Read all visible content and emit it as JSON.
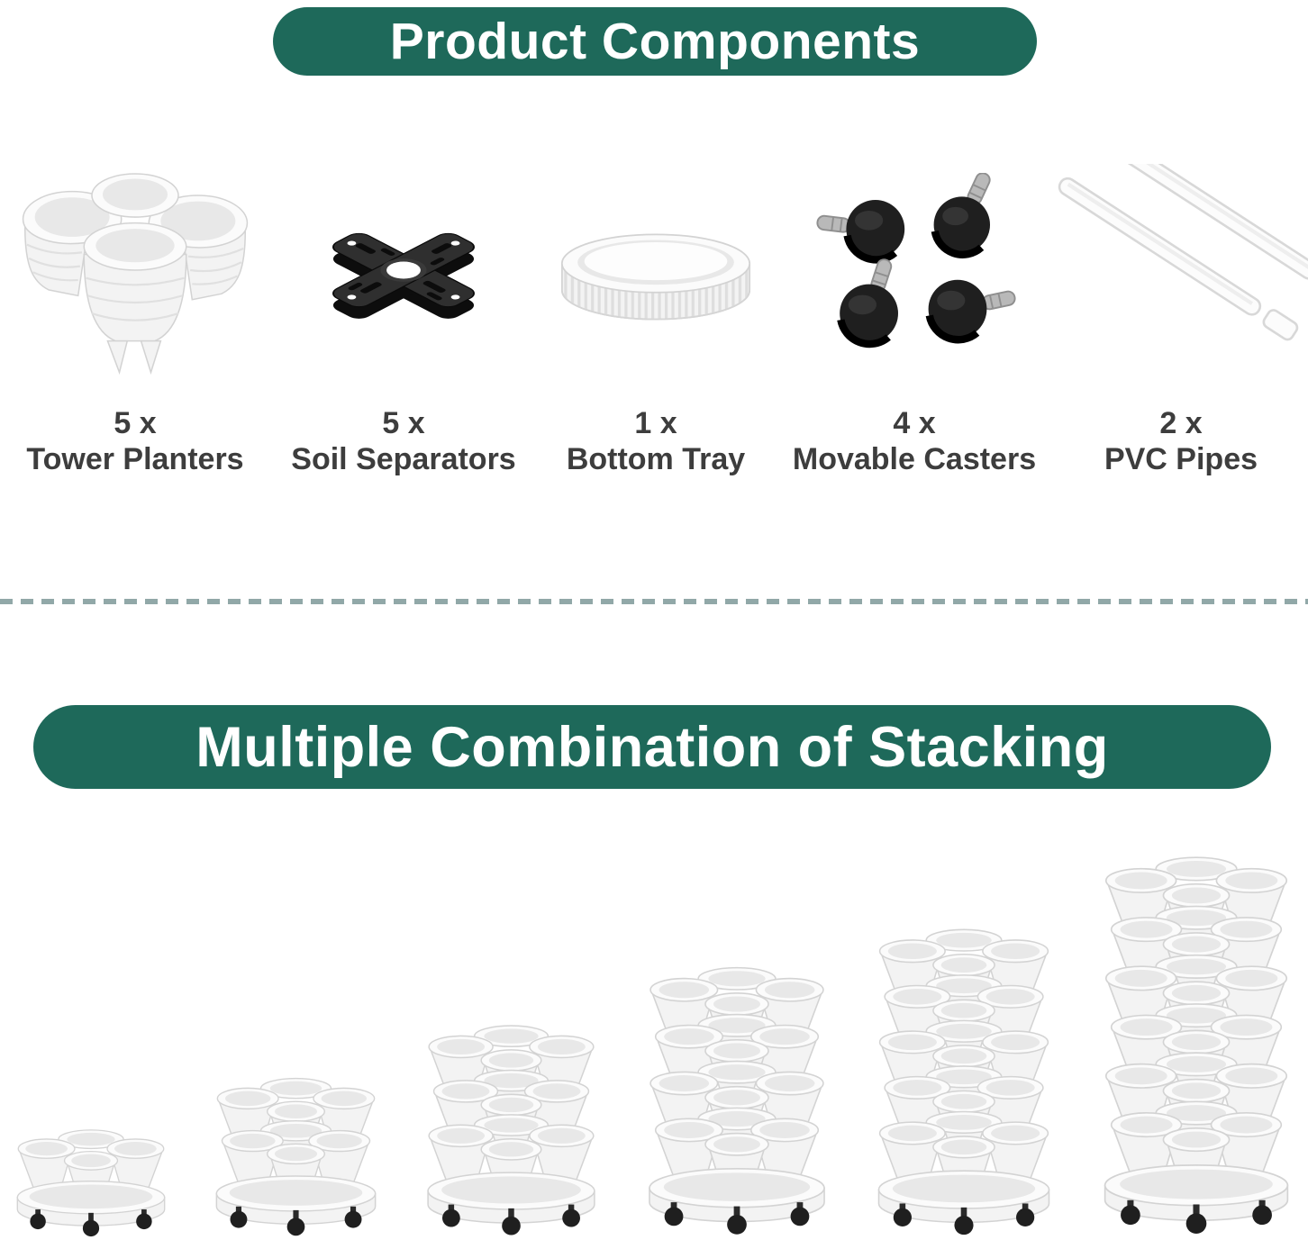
{
  "colors": {
    "banner_green": "#1e695a",
    "banner_text": "#ffffff",
    "label_text": "#3d3d3d",
    "divider_dash": "#91a8a8",
    "product_white": "#f3f3f3",
    "product_black": "#2f2f2f"
  },
  "sections": {
    "components": {
      "title": "Product Components",
      "items": [
        {
          "qty": "5 x",
          "name": "Tower Planters",
          "icon": "tower-planters-image"
        },
        {
          "qty": "5 x",
          "name": "Soil Separators",
          "icon": "soil-separator-image"
        },
        {
          "qty": "1 x",
          "name": "Bottom Tray",
          "icon": "bottom-tray-image"
        },
        {
          "qty": "4 x",
          "name": "Movable Casters",
          "icon": "movable-casters-image"
        },
        {
          "qty": "2 x",
          "name": "PVC Pipes",
          "icon": "pvc-pipes-image"
        }
      ]
    },
    "stacking": {
      "title": "Multiple Combination of Stacking",
      "towers": [
        {
          "layers": 1
        },
        {
          "layers": 2
        },
        {
          "layers": 3
        },
        {
          "layers": 4
        },
        {
          "layers": 5
        },
        {
          "layers": 6
        }
      ]
    }
  }
}
